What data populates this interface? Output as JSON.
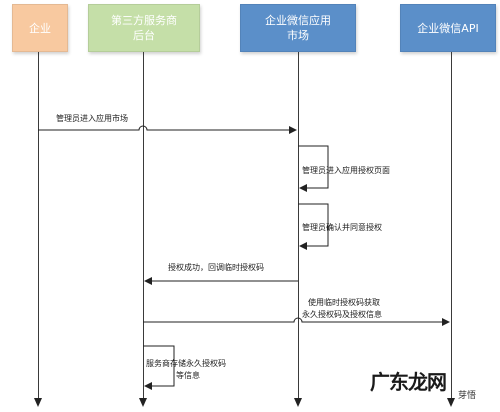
{
  "actors": [
    {
      "label": "企业",
      "color": "#f8c9a0"
    },
    {
      "label": "第三方服务商\n后台",
      "color": "#c5dfa8"
    },
    {
      "label": "企业微信应用\n市场",
      "color": "#5b8fc9"
    },
    {
      "label": "企业微信API",
      "color": "#5b8fc9"
    }
  ],
  "messages": {
    "m1": "管理员进入应用市场",
    "m2": "管理员进入应用授权页面",
    "m3": "管理员确认并同意授权",
    "m4": "授权成功，回调临时授权码",
    "m5_line1": "使用临时授权码获取",
    "m5_line2": "永久授权码及授权信息",
    "m6_line1": "服务商存储永久授权码",
    "m6_line2": "等信息"
  },
  "watermark": {
    "brand": "广东龙网",
    "sub": "芽悟"
  }
}
